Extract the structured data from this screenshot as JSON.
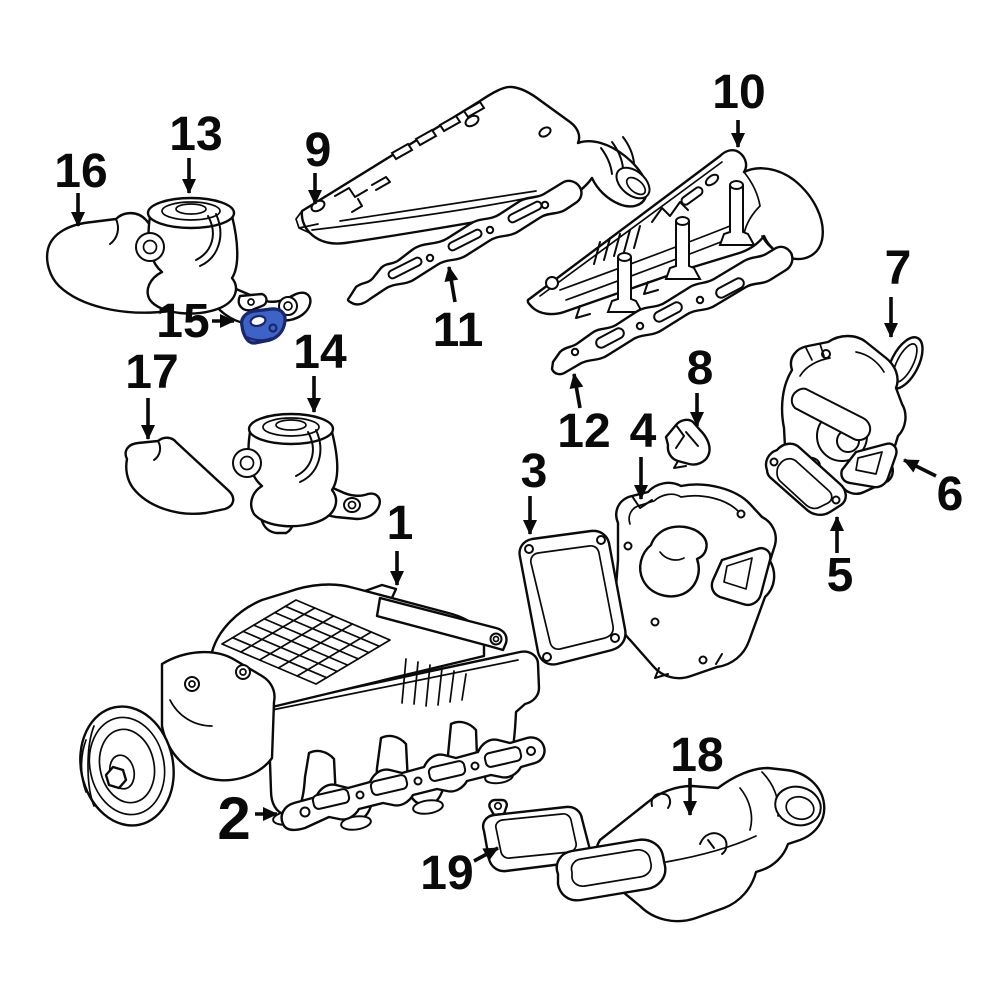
{
  "page": {
    "background_color": "#ffffff"
  },
  "diagram": {
    "type": "exploded-view-parts-diagram",
    "line_color": "#0a0a0a",
    "highlight_fill": "#3E63C6",
    "highlight_stroke": "#18266B",
    "highlight_hole_fill": "#FFFFFF",
    "highlighted_part": "15",
    "callouts": [
      {
        "label": "1"
      },
      {
        "label": "2"
      },
      {
        "label": "3"
      },
      {
        "label": "4"
      },
      {
        "label": "5"
      },
      {
        "label": "6"
      },
      {
        "label": "7"
      },
      {
        "label": "8"
      },
      {
        "label": "9"
      },
      {
        "label": "10"
      },
      {
        "label": "11"
      },
      {
        "label": "12"
      },
      {
        "label": "13"
      },
      {
        "label": "14"
      },
      {
        "label": "15"
      },
      {
        "label": "16"
      },
      {
        "label": "17"
      },
      {
        "label": "18"
      },
      {
        "label": "19"
      }
    ]
  }
}
